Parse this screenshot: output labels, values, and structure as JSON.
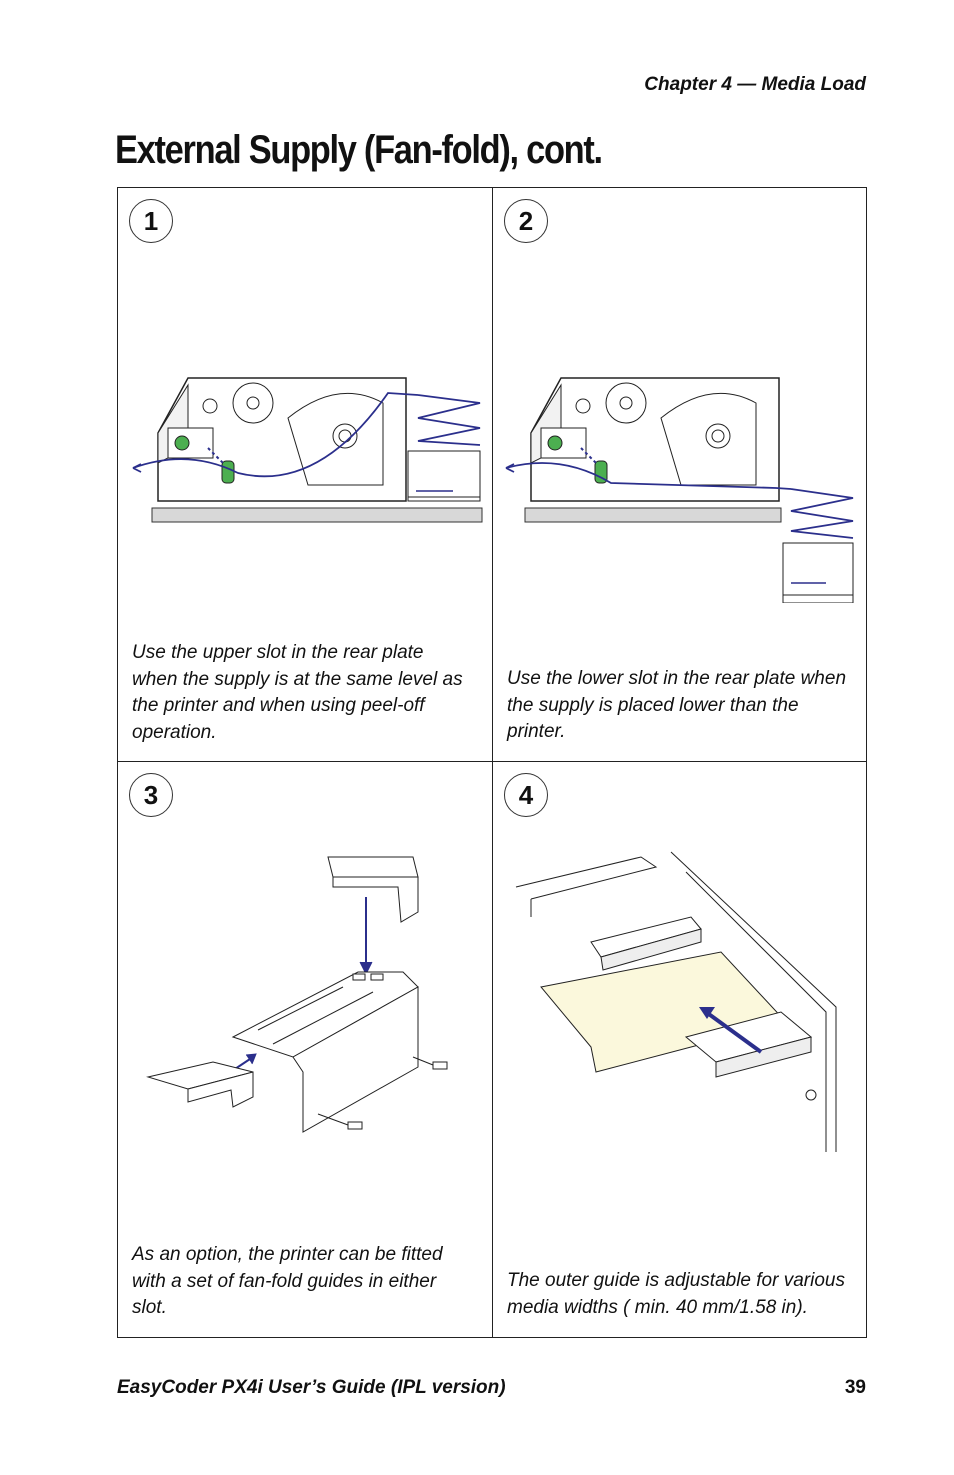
{
  "header": {
    "chapter": "Chapter 4 — Media Load"
  },
  "title": "External Supply (Fan-fold), cont.",
  "steps": [
    {
      "number": "1",
      "caption": "Use the upper slot in the rear plate when the supply is at the same level as the printer and when using peel-off operation."
    },
    {
      "number": "2",
      "caption": "Use the lower slot in the rear plate when the supply is placed lower than the printer."
    },
    {
      "number": "3",
      "caption": "As an option, the printer can be fitted with a set of fan-fold guides in either slot."
    },
    {
      "number": "4",
      "caption": "The outer guide is adjustable for various media widths ( min. 40 mm/1.58 in)."
    }
  ],
  "footer": {
    "guide": "EasyCoder PX4i User’s Guide (IPL version)",
    "page": "39"
  },
  "colors": {
    "arrow": "#2b2f8c",
    "media": "#fbf8dc",
    "button": "#4caf50"
  }
}
